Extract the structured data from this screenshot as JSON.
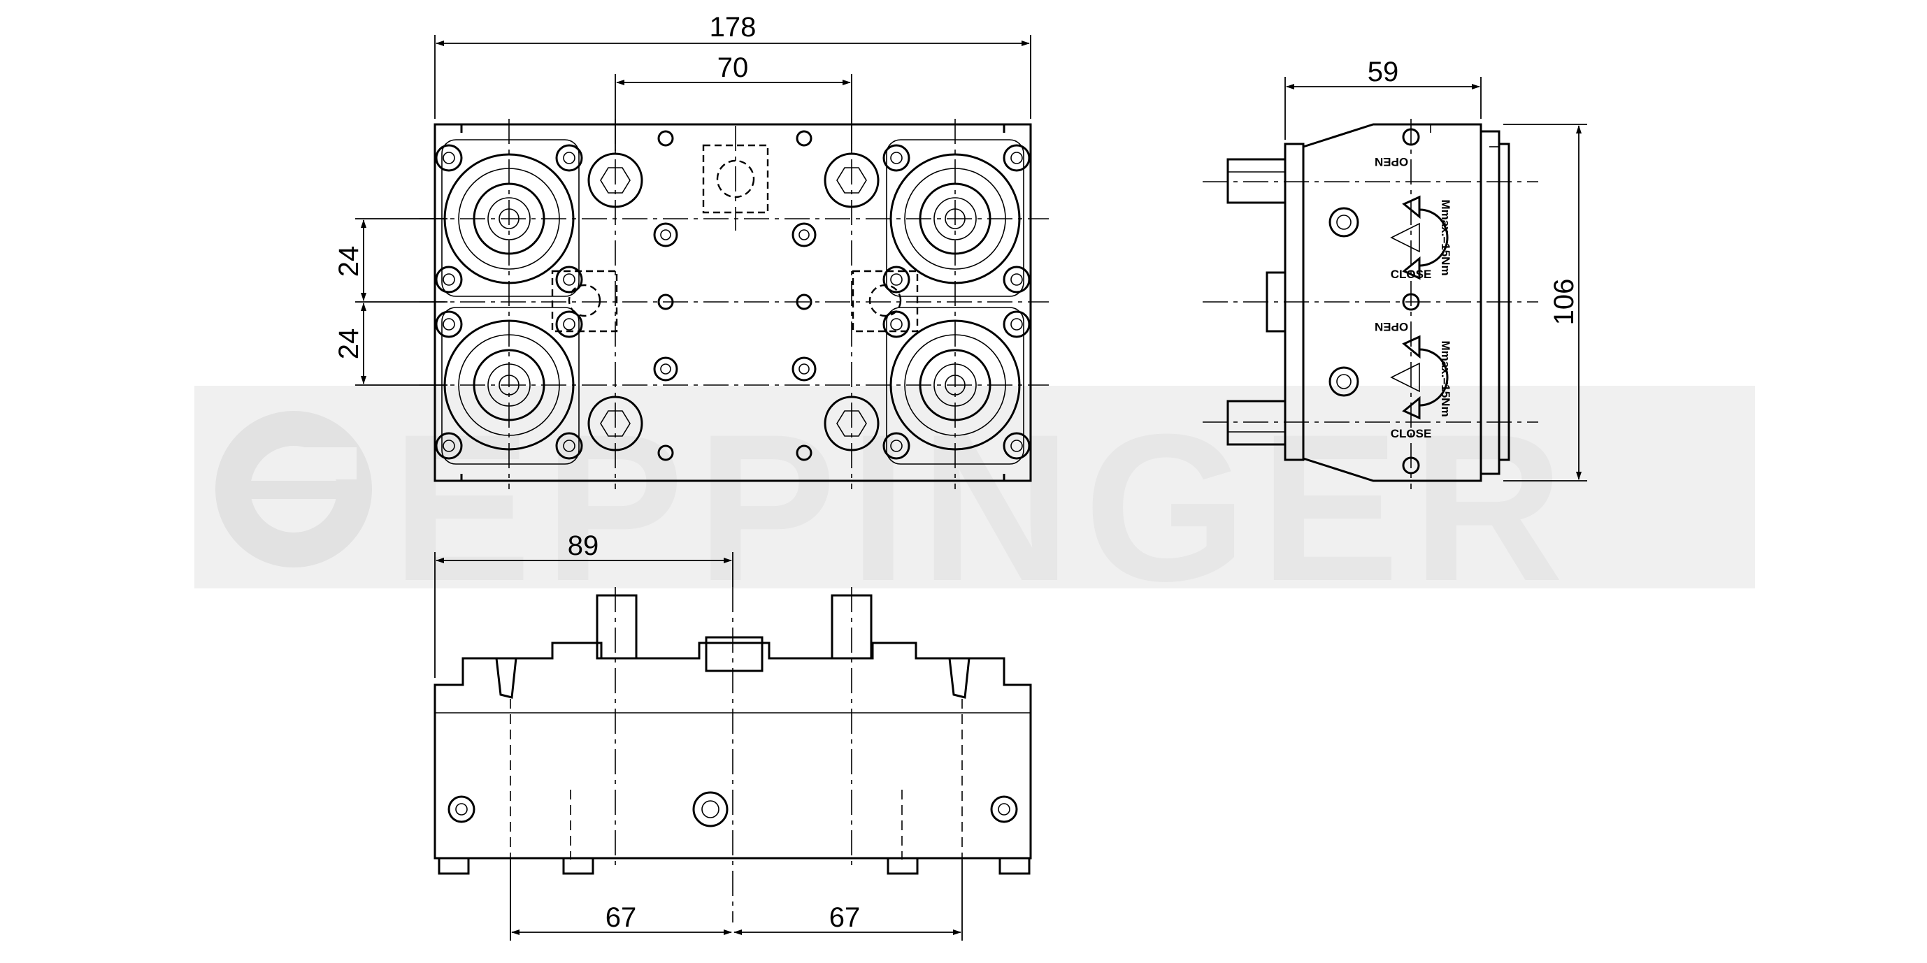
{
  "watermark": {
    "brand": "EPPINGER"
  },
  "dimensions": {
    "top_width": "178",
    "top_center_distance": "70",
    "left_upper": "24",
    "left_lower": "24",
    "side_width": "59",
    "side_height": "106",
    "front_half": "89",
    "front_left": "67",
    "front_right": "67"
  },
  "side_labels": {
    "open_1": "OPEN",
    "close_1": "CLOSE",
    "open_2": "OPEN",
    "close_2": "CLOSE",
    "torque_1": "Mmax.=15Nm",
    "torque_2": "Mmax.=15Nm"
  },
  "colors": {
    "line": "#000000",
    "watermark": "#e7e7e7",
    "background": "#ffffff"
  }
}
